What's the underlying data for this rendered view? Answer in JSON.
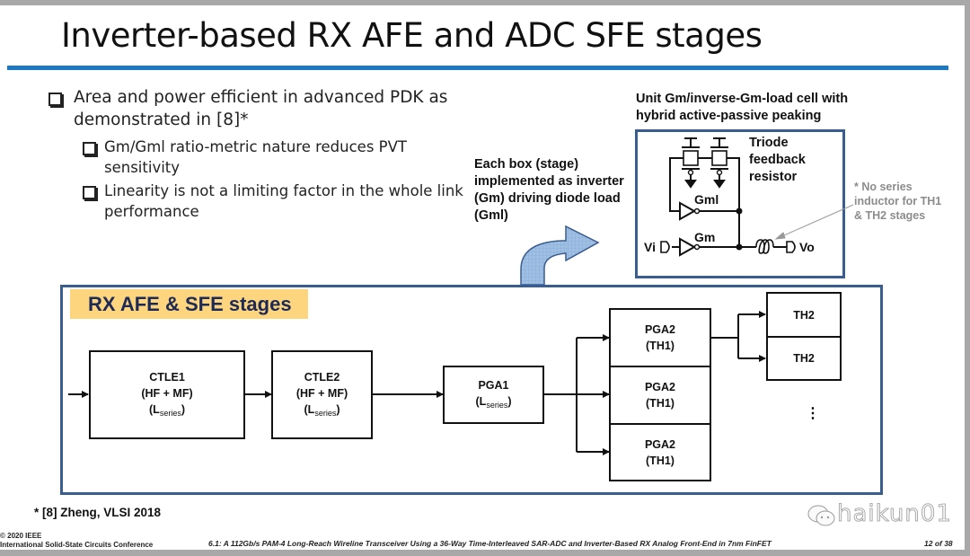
{
  "slide": {
    "title": "Inverter-based RX AFE and ADC SFE stages",
    "accent_color": "#1d7ac2",
    "bullets": [
      {
        "text": "Area and power efficient in advanced PDK as demonstrated in [8]*",
        "sub": [
          "Gm/Gml ratio-metric nature reduces PVT sensitivity",
          "Linearity is not a limiting factor in the whole link performance"
        ]
      }
    ],
    "each_box_note": "Each box (stage) implemented as inverter (Gm) driving diode load (Gml)",
    "unit_cell": {
      "title_line1": "Unit Gm/inverse-Gm-load cell with",
      "title_line2": "hybrid active-passive peaking",
      "triode_label_lines": [
        "Triode",
        "feedback",
        "resistor"
      ],
      "gml_label": "Gml",
      "gm_label": "Gm",
      "input_label": "Vi",
      "output_label": "Vo",
      "note_lines": [
        "* No series",
        "inductor for TH1",
        "& TH2 stages"
      ]
    },
    "stages": {
      "label": "RX AFE & SFE stages",
      "label_bg": "#fdd57e",
      "blocks": {
        "ctle1": {
          "name": "CTLE1",
          "line2": "(HF + MF)",
          "l": "L",
          "sub": "series"
        },
        "ctle2": {
          "name": "CTLE2",
          "line2": "(HF + MF)",
          "l": "L",
          "sub": "series"
        },
        "pga1": {
          "name": "PGA1",
          "l": "L",
          "sub": "series"
        },
        "pga2": [
          {
            "name": "PGA2",
            "line2": "(TH1)"
          },
          {
            "name": "PGA2",
            "line2": "(TH1)"
          },
          {
            "name": "PGA2",
            "line2": "(TH1)"
          }
        ],
        "th2": [
          {
            "name": "TH2"
          },
          {
            "name": "TH2"
          }
        ]
      },
      "ellipsis": "⋮"
    },
    "reference": "* [8] Zheng, VLSI 2018",
    "footer": {
      "copyright": "© 2020 IEEE",
      "conference": "International Solid-State Circuits Conference",
      "paper": "6.1: A 112Gb/s PAM-4 Long-Reach Wireline Transceiver Using a 36-Way Time-Interleaved SAR-ADC and Inverter-Based RX Analog Front-End in 7nm FinFET",
      "page": "12 of 38"
    },
    "watermark": "haikun01"
  }
}
